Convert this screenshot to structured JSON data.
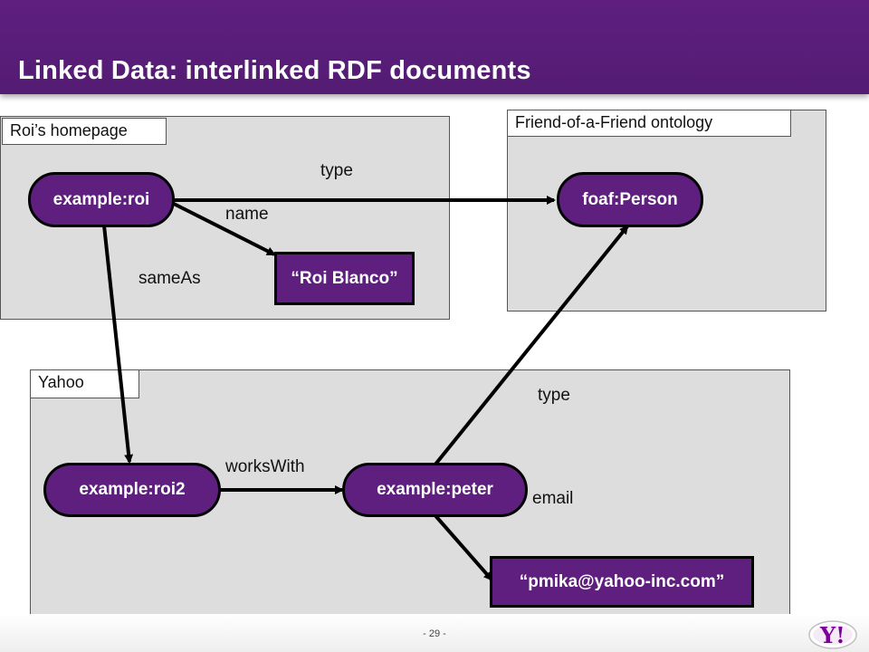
{
  "slide": {
    "title": "Linked Data: interlinked RDF documents",
    "page_number": "- 29 -"
  },
  "containers": {
    "homepage": "Roi’s homepage",
    "foaf": "Friend-of-a-Friend ontology",
    "yahoo": "Yahoo"
  },
  "nodes": {
    "roi": "example:roi",
    "foaf_person": "foaf:Person",
    "roi_blanco": "“Roi Blanco”",
    "roi2": "example:roi2",
    "peter": "example:peter",
    "email_value": "“pmika@yahoo-inc.com”"
  },
  "edges": {
    "type_top": "type",
    "name": "name",
    "same_as": "sameAs",
    "type_bottom": "type",
    "works_with": "worksWith",
    "email": "email"
  },
  "colors": {
    "brand_purple": "#5e1f7f",
    "box_gray": "#dddddd"
  },
  "logo": {
    "text": "Y!"
  }
}
